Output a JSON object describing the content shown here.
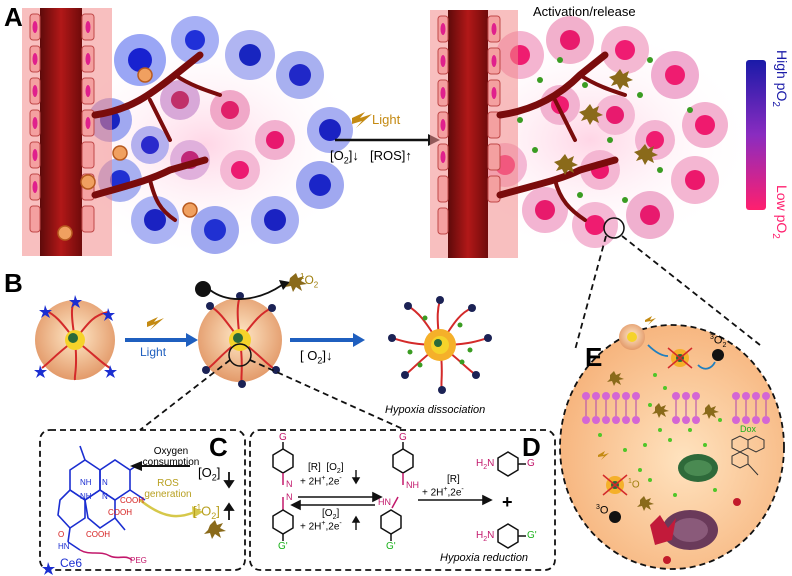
{
  "panels": {
    "a": "A",
    "b": "B",
    "c": "C",
    "d": "D",
    "e": "E"
  },
  "panel_a": {
    "activation_label": "Activation/release",
    "light_label": "Light",
    "o2_label": "[O",
    "o2_sub": "2",
    "o2_suffix": "]",
    "ros_label": "[ROS]",
    "scale_high": "High pO",
    "scale_low": "Low pO",
    "scale_sub": "2"
  },
  "panel_b": {
    "singlet_sup": "1",
    "singlet_text": "O",
    "singlet_sub": "2",
    "light_label": "Light",
    "o2_label": "[ O",
    "o2_sub": "2",
    "o2_suffix": "]",
    "dissociation_label": "Hypoxia dissociation"
  },
  "panel_c": {
    "oxygen_consumption": "Oxygen consumption",
    "ros_generation": "ROS generation",
    "o2_label": "[O",
    "o2_sub": "2",
    "o2_suffix": "]",
    "singlet_label": "[",
    "singlet_sup": "1",
    "singlet_text": "O",
    "singlet_sub": "2",
    "singlet_suffix": "]",
    "cooh1": "COOH",
    "cooh2": "COOH",
    "cooh3": "COOH",
    "peg": "PEG",
    "ce6_legend": "Ce6",
    "atom_nh1": "NH",
    "atom_n1": "N",
    "atom_nh2": "NH",
    "atom_n2": "N",
    "atom_o": "O",
    "atom_hn": "HN"
  },
  "panel_d": {
    "g_top": "G",
    "g_bottom": "G'",
    "g_right_top": "G",
    "g_right_bottom": "G'",
    "g_prod1": "G",
    "g_prod2": "G'",
    "n1": "N",
    "n2": "N",
    "nh1": "NH",
    "hn1": "HN",
    "h2n1": "H",
    "h2n1_sub": "2",
    "h2n1_n": "N",
    "h2n2": "H",
    "h2n2_sub": "2",
    "h2n2_n": "N",
    "fwd_r": "[R]",
    "fwd_o2": "[O",
    "fwd_o2_sub": "2",
    "fwd_o2_suffix": "]",
    "fwd_cond": "+ 2H",
    "fwd_cond2": ",2e",
    "rev_o2": "[O",
    "rev_o2_sub": "2",
    "rev_o2_suffix": "]",
    "rev_cond": "+ 2H",
    "rev_cond2": ",2e",
    "second_r": "[R]",
    "second_cond": "+ 2H",
    "second_cond2": ",2e",
    "plus": "+",
    "reduction_label": "Hypoxia reduction"
  },
  "panel_e": {
    "triplet_sup1": "3",
    "triplet_text1": "O",
    "triplet_sub1": "2",
    "triplet_sup2": "3",
    "triplet_text2": "O",
    "triplet_sup3": "1",
    "triplet_text3": "O",
    "dox_label": "Dox"
  },
  "colors": {
    "vessel": "#8b0d0d",
    "vessel_glow": "#f05050",
    "high_po2": "#1a1aa8",
    "low_po2": "#ff1f6e",
    "arrow_blue": "#1f5fbf",
    "singlet_green": "#8db600",
    "ce6_blue": "#1b2ed1",
    "g_magenta": "#c2186b",
    "g_prime_green": "#1bb21b"
  }
}
